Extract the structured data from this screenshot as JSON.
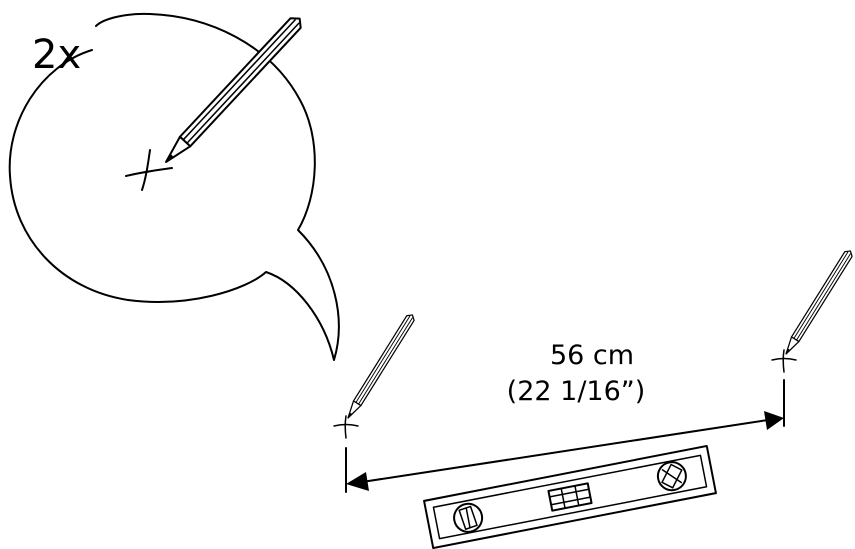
{
  "callout": {
    "multiplier": "2x"
  },
  "measurement": {
    "metric": "56 cm",
    "imperial": "(22 1/16”)"
  },
  "icons": {
    "pencil": "pencil-icon",
    "level": "spirit-level-icon",
    "mark": "cross-mark-icon",
    "arrow": "dimension-arrow"
  },
  "colors": {
    "ink": "#000000",
    "paper": "#ffffff"
  }
}
